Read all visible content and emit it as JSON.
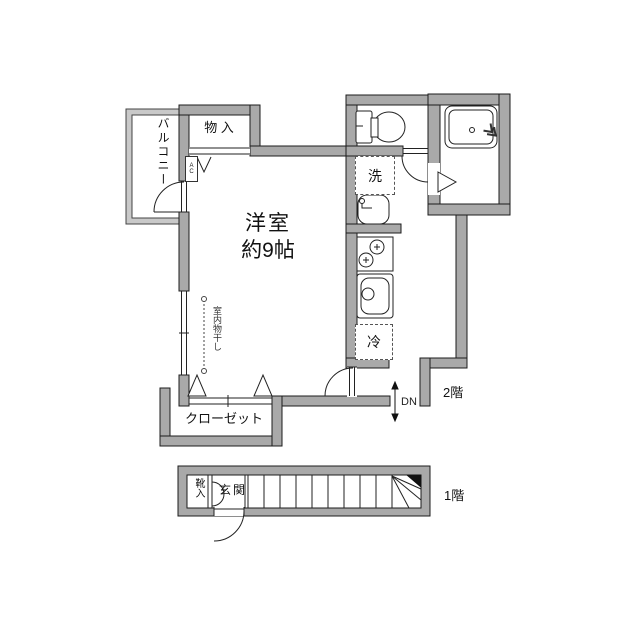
{
  "floorplan": {
    "type": "maisonette-floor-plan",
    "labels": {
      "balcony": "バルコニー",
      "storage": "物 入",
      "room_name": "洋室",
      "room_size": "約9帖",
      "ac": "AC",
      "washer": "洗",
      "fridge": "冷",
      "indoor_drying": "室内物干し",
      "closet": "クローゼット",
      "down": "DN",
      "floor2": "2階",
      "floor1": "1階",
      "shoe_storage": "靴入",
      "entrance": "玄関"
    },
    "fixtures": [
      "toilet-icon",
      "bathtub-icon",
      "washbasin-icon",
      "stove-icon",
      "kitchen-sink-icon",
      "stairs-icon",
      "door-swing-arc",
      "bifold-door-marks",
      "down-arrow-icon",
      "indoor-drying-line"
    ],
    "colors": {
      "wall": "#a9a9a9",
      "wall_outline": "#1c1c1c",
      "balcony_wall": "#c9c9c9",
      "background": "#ffffff",
      "text": "#111111"
    }
  }
}
